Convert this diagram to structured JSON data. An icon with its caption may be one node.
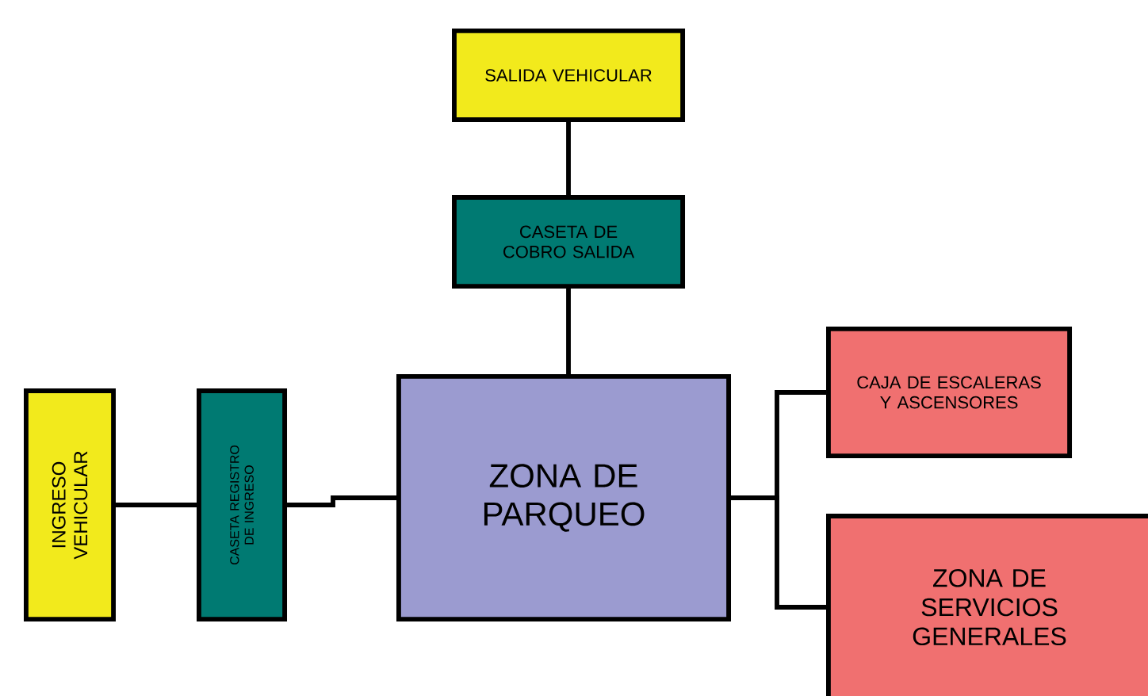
{
  "diagram": {
    "nodes": [
      {
        "text": [
          "SALIDA VEHICULAR"
        ]
      },
      {
        "text": [
          "CASETA DE COBRO SALIDA"
        ]
      },
      {
        "text": [
          "ZONA DE PARQUEO"
        ]
      },
      {
        "text": [
          "INGRESO VEHICULAR"
        ]
      },
      {
        "text": [
          "CASETA REGISTRO DE INGRESO"
        ]
      },
      {
        "text": [
          "CAJA DE ESCALERAS Y ASCENSORES"
        ]
      },
      {
        "text": [
          "ZONA DE SERVICIOS GENERALES"
        ]
      }
    ],
    "edges": [
      {
        "from": 0,
        "to": 1,
        "arrow": "none"
      },
      {
        "from": 1,
        "to": 2,
        "arrow": "none"
      },
      {
        "from": 3,
        "to": 4,
        "arrow": "none"
      },
      {
        "from": 4,
        "to": 2,
        "arrow": "none"
      },
      {
        "from": 2,
        "to": 5,
        "arrow": "none"
      },
      {
        "from": 2,
        "to": 6,
        "arrow": "none"
      }
    ]
  }
}
